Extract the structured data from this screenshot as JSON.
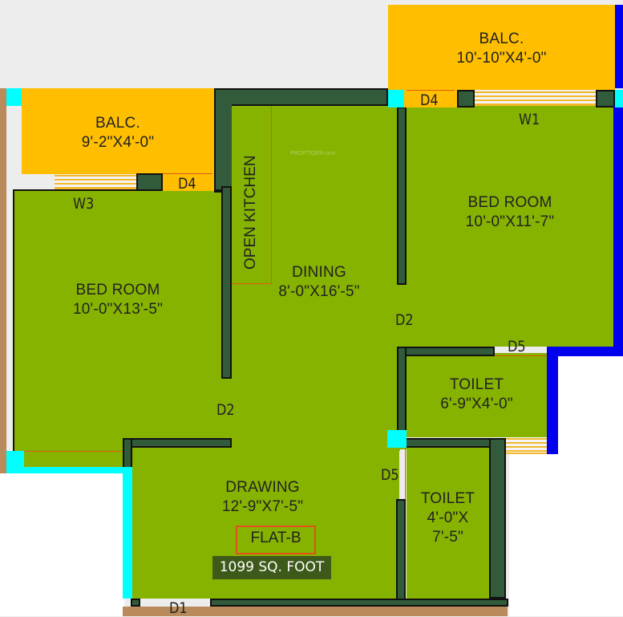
{
  "plan": {
    "title": "FLAT-B",
    "total_area": "1099 SQ. FOOT",
    "watermark": "PROPTIGER.com",
    "colors": {
      "floor": "#86b300",
      "balcony": "#ffbf00",
      "wall": "#315b3a",
      "column": "#00ffff",
      "exterior_wall": "#0000ee",
      "door_line": "#e05a10",
      "area_badge": "#3e5a1a"
    }
  },
  "rooms": {
    "balcony_left": {
      "name": "BALC.",
      "size": "9'-2\"X4'-0\""
    },
    "balcony_right": {
      "name": "BALC.",
      "size": "10'-10\"X4'-0\""
    },
    "bedroom_left": {
      "name": "BED ROOM",
      "size": "10'-0\"X13'-5\""
    },
    "bedroom_right": {
      "name": "BED ROOM",
      "size": "10'-0\"X11'-7\""
    },
    "open_kitchen": {
      "name": "OPEN KITCHEN"
    },
    "dining": {
      "name": "DINING",
      "size": "8'-0\"X16'-5\""
    },
    "toilet_right": {
      "name": "TOILET",
      "size": "6'-9\"X4'-0\""
    },
    "drawing": {
      "name": "DRAWING",
      "size": "12'-9\"X7'-5\""
    },
    "toilet_bottom": {
      "name": "TOILET",
      "size_line1": "4'-0\"X",
      "size_line2": "7'-5\""
    }
  },
  "openings": {
    "d4_left": "D4",
    "d4_right": "D4",
    "w1": "W1",
    "w3": "W3",
    "d2_dining": "D2",
    "d2_passage": "D2",
    "d5_toilet_right": "D5",
    "d5_toilet_bottom": "D5",
    "d1": "D1"
  }
}
